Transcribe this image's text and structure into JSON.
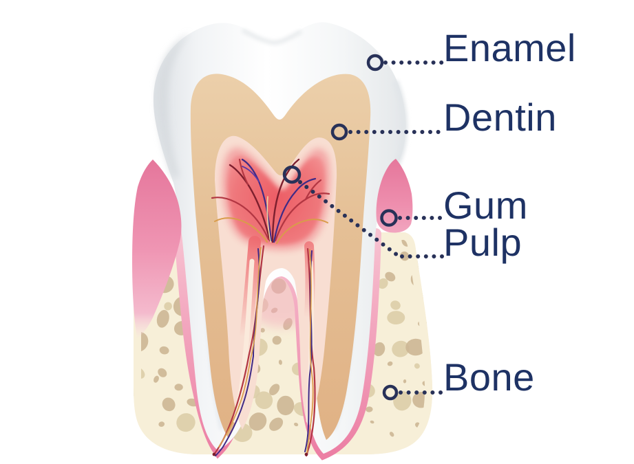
{
  "diagram": {
    "type": "tooth-anatomy-cross-section",
    "labels": [
      {
        "id": "enamel",
        "text": "Enamel"
      },
      {
        "id": "dentin",
        "text": "Dentin"
      },
      {
        "id": "gum",
        "text": "Gum"
      },
      {
        "id": "pulp",
        "text": "Pulp"
      },
      {
        "id": "bone",
        "text": "Bone"
      }
    ],
    "colors": {
      "label_text": "#1e3264",
      "leader": "#283158",
      "enamel_white": "#f7f9fa",
      "enamel_shadow": "#d6dade",
      "dentin_tan": "#e5c096",
      "pulp_ring": "#f8ded2",
      "pulp_pink": "#f3a3a3",
      "pulp_red": "#ec5d65",
      "nerve_dark_red": "#7d1f2e",
      "nerve_crimson": "#b23642",
      "nerve_indigo": "#3f2a86",
      "nerve_amber": "#d99c4a",
      "gum_pink": "#ee90b0",
      "gum_dark": "#e5769b",
      "bone_cream": "#f7efd8",
      "bone_hole": "#ccb695",
      "bone_hole_light": "#dbcda9",
      "background": "#ffffff"
    }
  }
}
